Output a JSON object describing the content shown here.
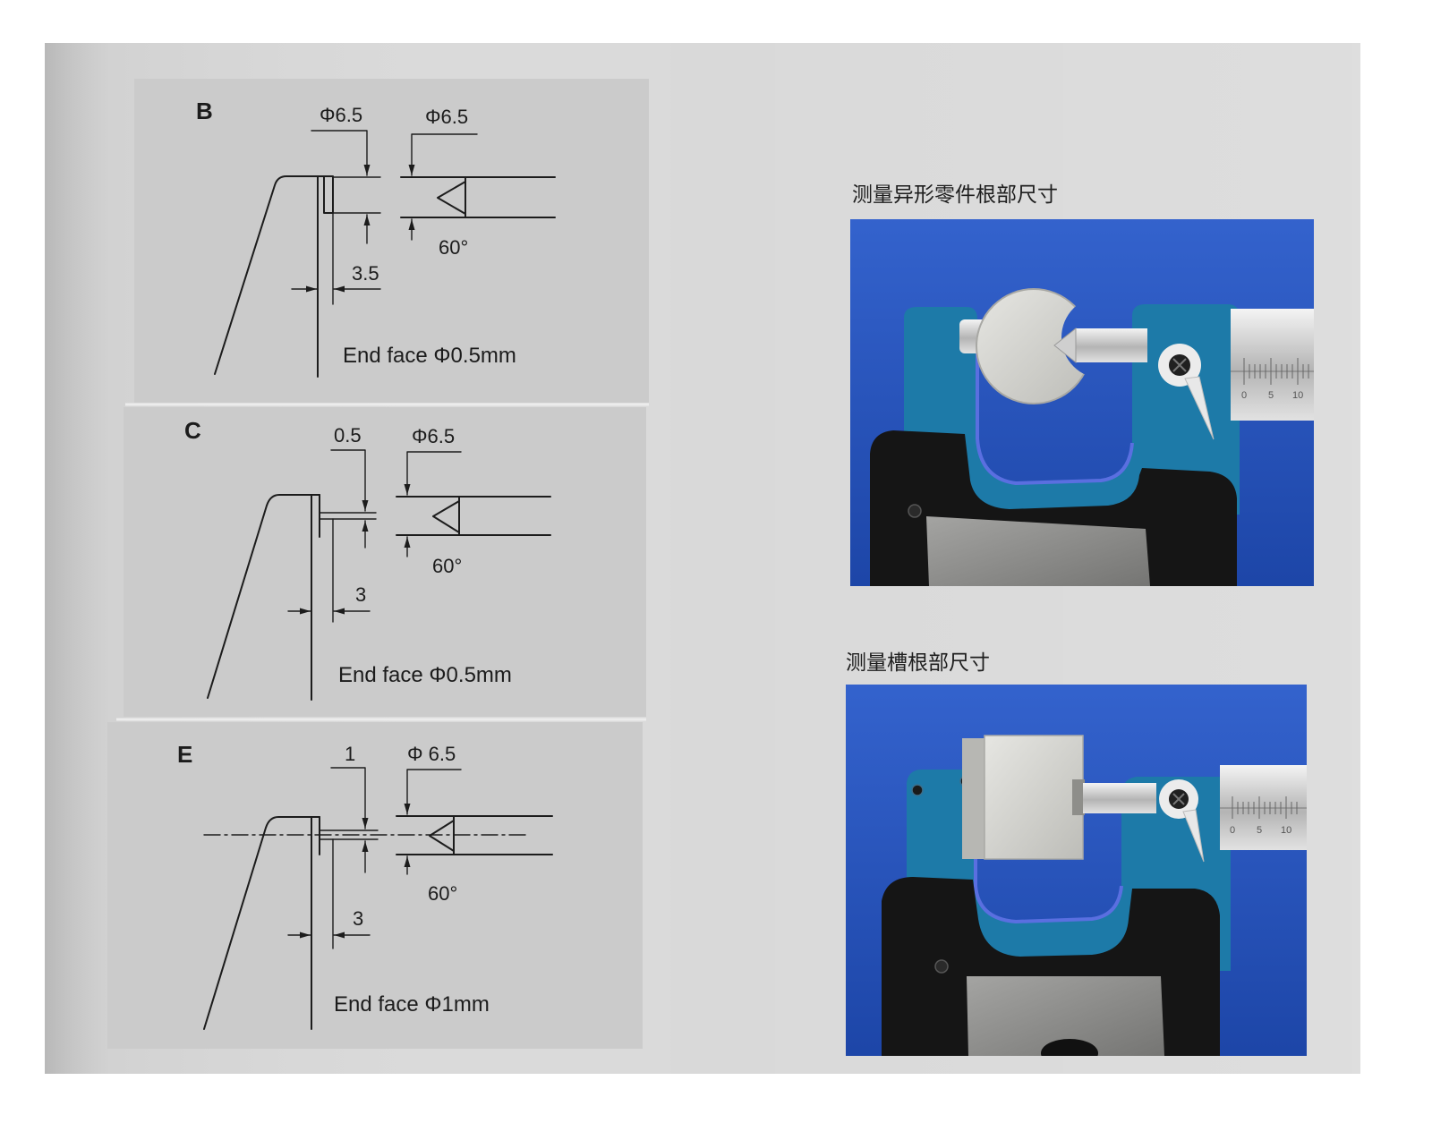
{
  "panels": [
    {
      "letter": "B",
      "tip_dimension": "Φ6.5",
      "face_dimension": "Φ6.5",
      "angle": "60°",
      "length_dimension": "3.5",
      "end_face": "End face Φ0.5mm"
    },
    {
      "letter": "C",
      "tip_dimension": "0.5",
      "face_dimension": "Φ6.5",
      "angle": "60°",
      "length_dimension": "3",
      "end_face": "End face Φ0.5mm"
    },
    {
      "letter": "E",
      "tip_dimension": "1",
      "face_dimension": "Φ 6.5",
      "angle": "60°",
      "length_dimension": "3",
      "end_face": "End face Φ1mm"
    }
  ],
  "photos": [
    {
      "caption": "测量异形零件根部尺寸",
      "scale_labels": [
        "0",
        "5",
        "10"
      ]
    },
    {
      "caption": "测量槽根部尺寸",
      "scale_labels": [
        "0",
        "5",
        "10"
      ]
    }
  ],
  "colors": {
    "paper": "#d9d9d9",
    "panel": "#cbcbcb",
    "ink": "#1c1c1c",
    "photo_blue": "#2a57c2",
    "micrometer_frame": "#1d7aa8",
    "grip": "#151515"
  }
}
